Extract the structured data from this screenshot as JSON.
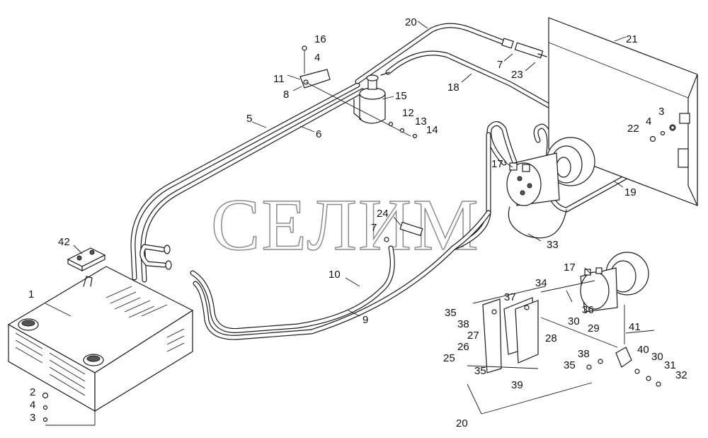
{
  "watermark": "СЕЛИМ",
  "callouts": [
    {
      "id": "c1",
      "text": "1"
    },
    {
      "id": "c2",
      "text": "2"
    },
    {
      "id": "c4a",
      "text": "4"
    },
    {
      "id": "c3a",
      "text": "3"
    },
    {
      "id": "c42",
      "text": "42"
    },
    {
      "id": "c5",
      "text": "5"
    },
    {
      "id": "c6",
      "text": "6"
    },
    {
      "id": "c8",
      "text": "8"
    },
    {
      "id": "c11",
      "text": "11"
    },
    {
      "id": "c16",
      "text": "16"
    },
    {
      "id": "c4b",
      "text": "4"
    },
    {
      "id": "c15",
      "text": "15"
    },
    {
      "id": "c12",
      "text": "12"
    },
    {
      "id": "c13",
      "text": "13"
    },
    {
      "id": "c14",
      "text": "14"
    },
    {
      "id": "c20a",
      "text": "20"
    },
    {
      "id": "c7a",
      "text": "7"
    },
    {
      "id": "c23",
      "text": "23"
    },
    {
      "id": "c18",
      "text": "18"
    },
    {
      "id": "c21",
      "text": "21"
    },
    {
      "id": "c3b",
      "text": "3"
    },
    {
      "id": "c4c",
      "text": "4"
    },
    {
      "id": "c22",
      "text": "22"
    },
    {
      "id": "c17a",
      "text": "17"
    },
    {
      "id": "c19",
      "text": "19"
    },
    {
      "id": "c24",
      "text": "24"
    },
    {
      "id": "c7b",
      "text": "7"
    },
    {
      "id": "c33",
      "text": "33"
    },
    {
      "id": "c10",
      "text": "10"
    },
    {
      "id": "c9",
      "text": "9"
    },
    {
      "id": "c17b",
      "text": "17"
    },
    {
      "id": "c34",
      "text": "34"
    },
    {
      "id": "c37",
      "text": "37"
    },
    {
      "id": "c36",
      "text": "36"
    },
    {
      "id": "c35a",
      "text": "35"
    },
    {
      "id": "c38a",
      "text": "38"
    },
    {
      "id": "c30a",
      "text": "30"
    },
    {
      "id": "c29",
      "text": "29"
    },
    {
      "id": "c27",
      "text": "27"
    },
    {
      "id": "c28",
      "text": "28"
    },
    {
      "id": "c26",
      "text": "26"
    },
    {
      "id": "c25",
      "text": "25"
    },
    {
      "id": "c35b",
      "text": "35"
    },
    {
      "id": "c39",
      "text": "39"
    },
    {
      "id": "c41",
      "text": "41"
    },
    {
      "id": "c40",
      "text": "40"
    },
    {
      "id": "c38b",
      "text": "38"
    },
    {
      "id": "c35c",
      "text": "35"
    },
    {
      "id": "c30b",
      "text": "30"
    },
    {
      "id": "c31",
      "text": "31"
    },
    {
      "id": "c32",
      "text": "32"
    },
    {
      "id": "c20b",
      "text": "20"
    }
  ]
}
